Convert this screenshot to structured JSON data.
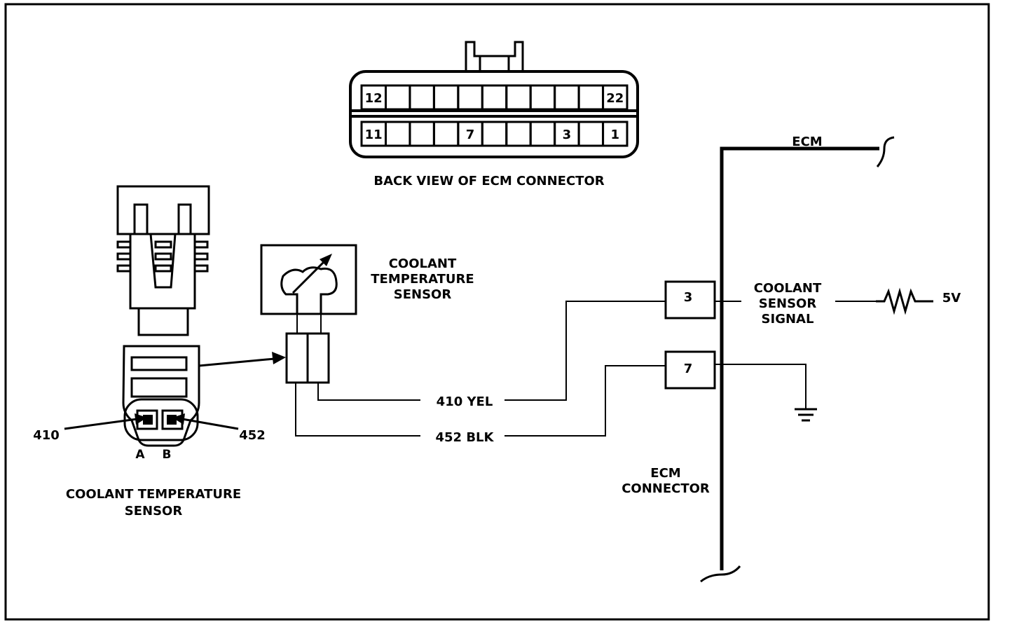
{
  "ecm_connector_view": {
    "caption": "BACK VIEW OF ECM CONNECTOR",
    "top_row_pins": [
      "12",
      "",
      "",
      "",
      "",
      "",
      "",
      "",
      "",
      "",
      "22"
    ],
    "bottom_row_pins": [
      "11",
      "",
      "",
      "",
      "7",
      "",
      "",
      "",
      "3",
      "",
      "1"
    ]
  },
  "sensor_connector": {
    "caption_line1": "COOLANT TEMPERATURE",
    "caption_line2": "SENSOR",
    "pin_a_label": "A",
    "pin_b_label": "B",
    "wire_a": "410",
    "wire_b": "452"
  },
  "sensor_symbol": {
    "line1": "COOLANT",
    "line2": "TEMPERATURE",
    "line3": "SENSOR"
  },
  "wires": {
    "yellow": "410 YEL",
    "black": "452 BLK"
  },
  "ecm": {
    "title": "ECM",
    "pin_signal": "3",
    "pin_ground": "7",
    "signal_line1": "COOLANT",
    "signal_line2": "SENSOR",
    "signal_line3": "SIGNAL",
    "voltage": "5V",
    "connector_line1": "ECM",
    "connector_line2": "CONNECTOR"
  }
}
